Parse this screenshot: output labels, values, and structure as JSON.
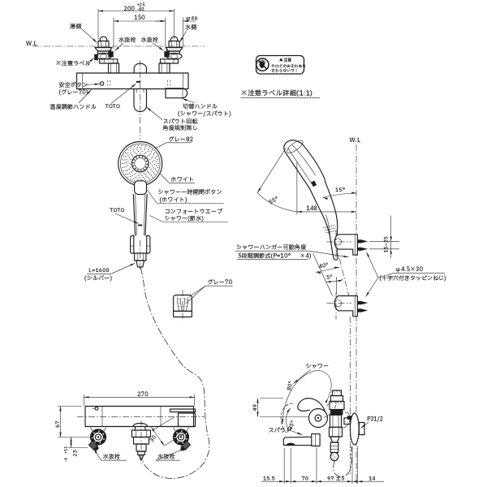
{
  "page": {
    "background": "#ffffff",
    "line_color": "#1c1c1c"
  },
  "front_view": {
    "wall_line_label": "W.L",
    "dim_width": "200",
    "dim_width_tol_plus": "+25",
    "dim_width_tol_minus": "-40",
    "dim_center": "150",
    "dim_escutcheon": "φ46",
    "hot_side": "湯側",
    "cold_side": "水側",
    "drain_plug": "水抜栓",
    "caution_label": "※注意ラベル",
    "safety_button": "安全ボタン",
    "safety_button_color": "(グレー70)",
    "temp_handle": "温度調節ハンドル",
    "brand": "TOTO",
    "switch_handle": "切替ハンドル",
    "switch_handle_sub": "(シャワー/スパウト)",
    "spout_note_1": "スパウト回転",
    "spout_note_2": "角度規制無し"
  },
  "caution_detail": {
    "title": "※注意ラベル詳細(1:1)",
    "header": "注意",
    "line1": "やけどのおそれあり",
    "line2": "さわらないで！"
  },
  "hand_shower": {
    "head_color": "グレー82",
    "face_color": "ホワイト",
    "pause_button": "シャワー一時開閉ボタン",
    "pause_button_color": "(ホワイト)",
    "shower_type_1": "コンフォートウエーブ",
    "shower_type_2": "シャワー(節水)",
    "brand": "TOTO",
    "hose_length": "L=1600",
    "hose_color": "(シルバー)",
    "hanger_color": "グレー70"
  },
  "side_view": {
    "wall_line_label": "W.L",
    "dim_reach": "148",
    "angle_head": "55°",
    "angle_handle": "15°",
    "hanger_note_1": "シャワーハンガー可動角度",
    "hanger_note_2": "5段階調節式(P=10°　×4)",
    "angle_swing": "40°",
    "angle_step": "5°",
    "dim_screw": "15~25",
    "screw_spec_1": "φ4.5×30",
    "screw_spec_2": "(十字穴付きタッピンねじ)"
  },
  "top_view": {
    "dim_length": "270",
    "dim_height": "67",
    "dim_depth": "23",
    "dim_depth_tol_plus": "+11",
    "dim_depth_tol_minus": "-6",
    "dim_plug": "30",
    "drain_plug": "水抜栓"
  },
  "faucet_side": {
    "shower_label": "シャワー",
    "spout_label": "スパウト",
    "angle_shower": "80°",
    "angle_spout": "75°",
    "dim_height": "49",
    "dim_1": "15.5",
    "dim_2": "70",
    "dim_3": "97 ±5",
    "dim_4": "14",
    "thread": "PJ1/2"
  }
}
